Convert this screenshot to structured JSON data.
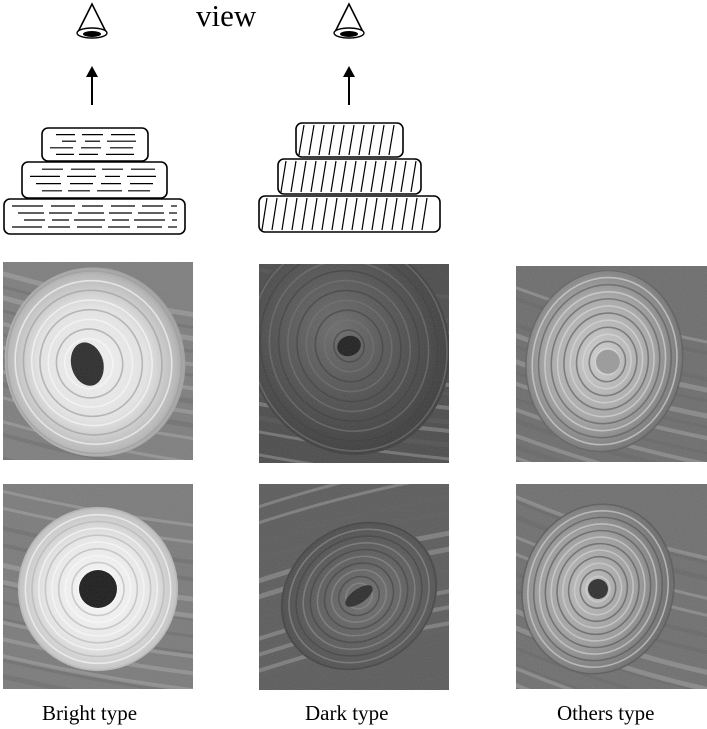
{
  "header": {
    "view_label": "view"
  },
  "columns": [
    {
      "caption": "Bright type",
      "fiber_orientation": "horizontal"
    },
    {
      "caption": "Dark type",
      "fiber_orientation": "oblique"
    },
    {
      "caption": "Others type",
      "fiber_orientation": "none"
    }
  ],
  "colors": {
    "line": "#000000",
    "background": "#ffffff",
    "micrograph_mid": "#8a8a8a"
  },
  "icons": [
    "eye-cone-icon",
    "arrow-up-icon"
  ]
}
